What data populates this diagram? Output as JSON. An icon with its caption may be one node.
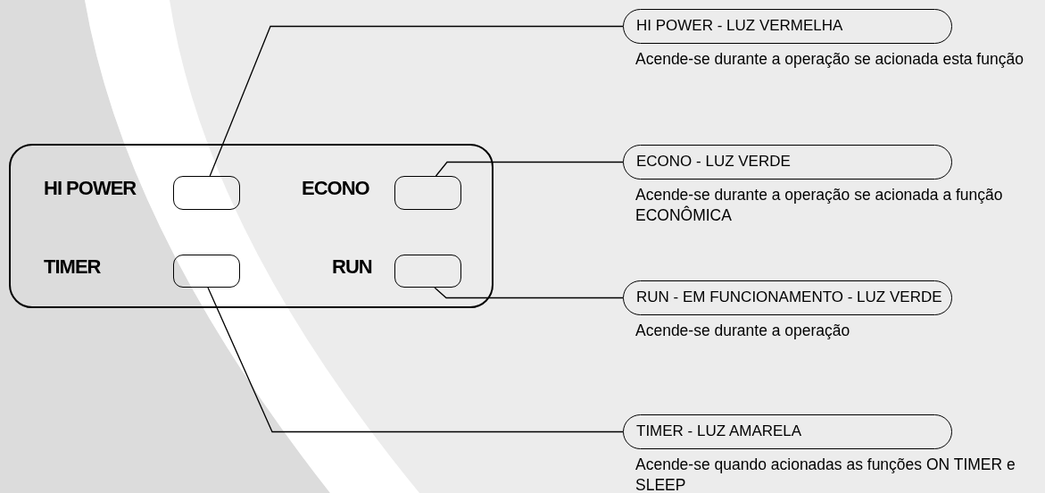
{
  "diagram": {
    "nodes": [
      {
        "text": [],
        "shape": "box"
      },
      {
        "text": [],
        "shape": "box",
        "in": 0,
        "beside": [
          "HI POWER"
        ]
      },
      {
        "text": [],
        "shape": "box",
        "in": 0,
        "beside": [
          "ECONO"
        ]
      },
      {
        "text": [],
        "shape": "box",
        "in": 0,
        "beside": [
          "TIMER"
        ]
      },
      {
        "text": [],
        "shape": "box",
        "in": 0,
        "beside": [
          "RUN"
        ]
      },
      {
        "text": [
          "HI POWER - LUZ VERMELHA",
          "Acende-se durante a operação se acionada esta função"
        ]
      },
      {
        "text": [
          "ECONO - LUZ VERDE",
          "Acende-se durante a operação se acionada a função ECONÔMICA"
        ]
      },
      {
        "text": [
          "RUN - EM FUNCIONAMENTO - LUZ VERDE",
          "Acende-se durante a operação"
        ]
      },
      {
        "text": [
          "TIMER - LUZ AMARELA",
          "Acende-se quando acionadas as funções ON TIMER e SLEEP"
        ]
      }
    ],
    "edges": [
      {
        "from": 5,
        "to": 1,
        "arrow": "none"
      },
      {
        "from": 6,
        "to": 2,
        "arrow": "none"
      },
      {
        "from": 7,
        "to": 4,
        "arrow": "none"
      },
      {
        "from": 8,
        "to": 3,
        "arrow": "none"
      }
    ]
  }
}
